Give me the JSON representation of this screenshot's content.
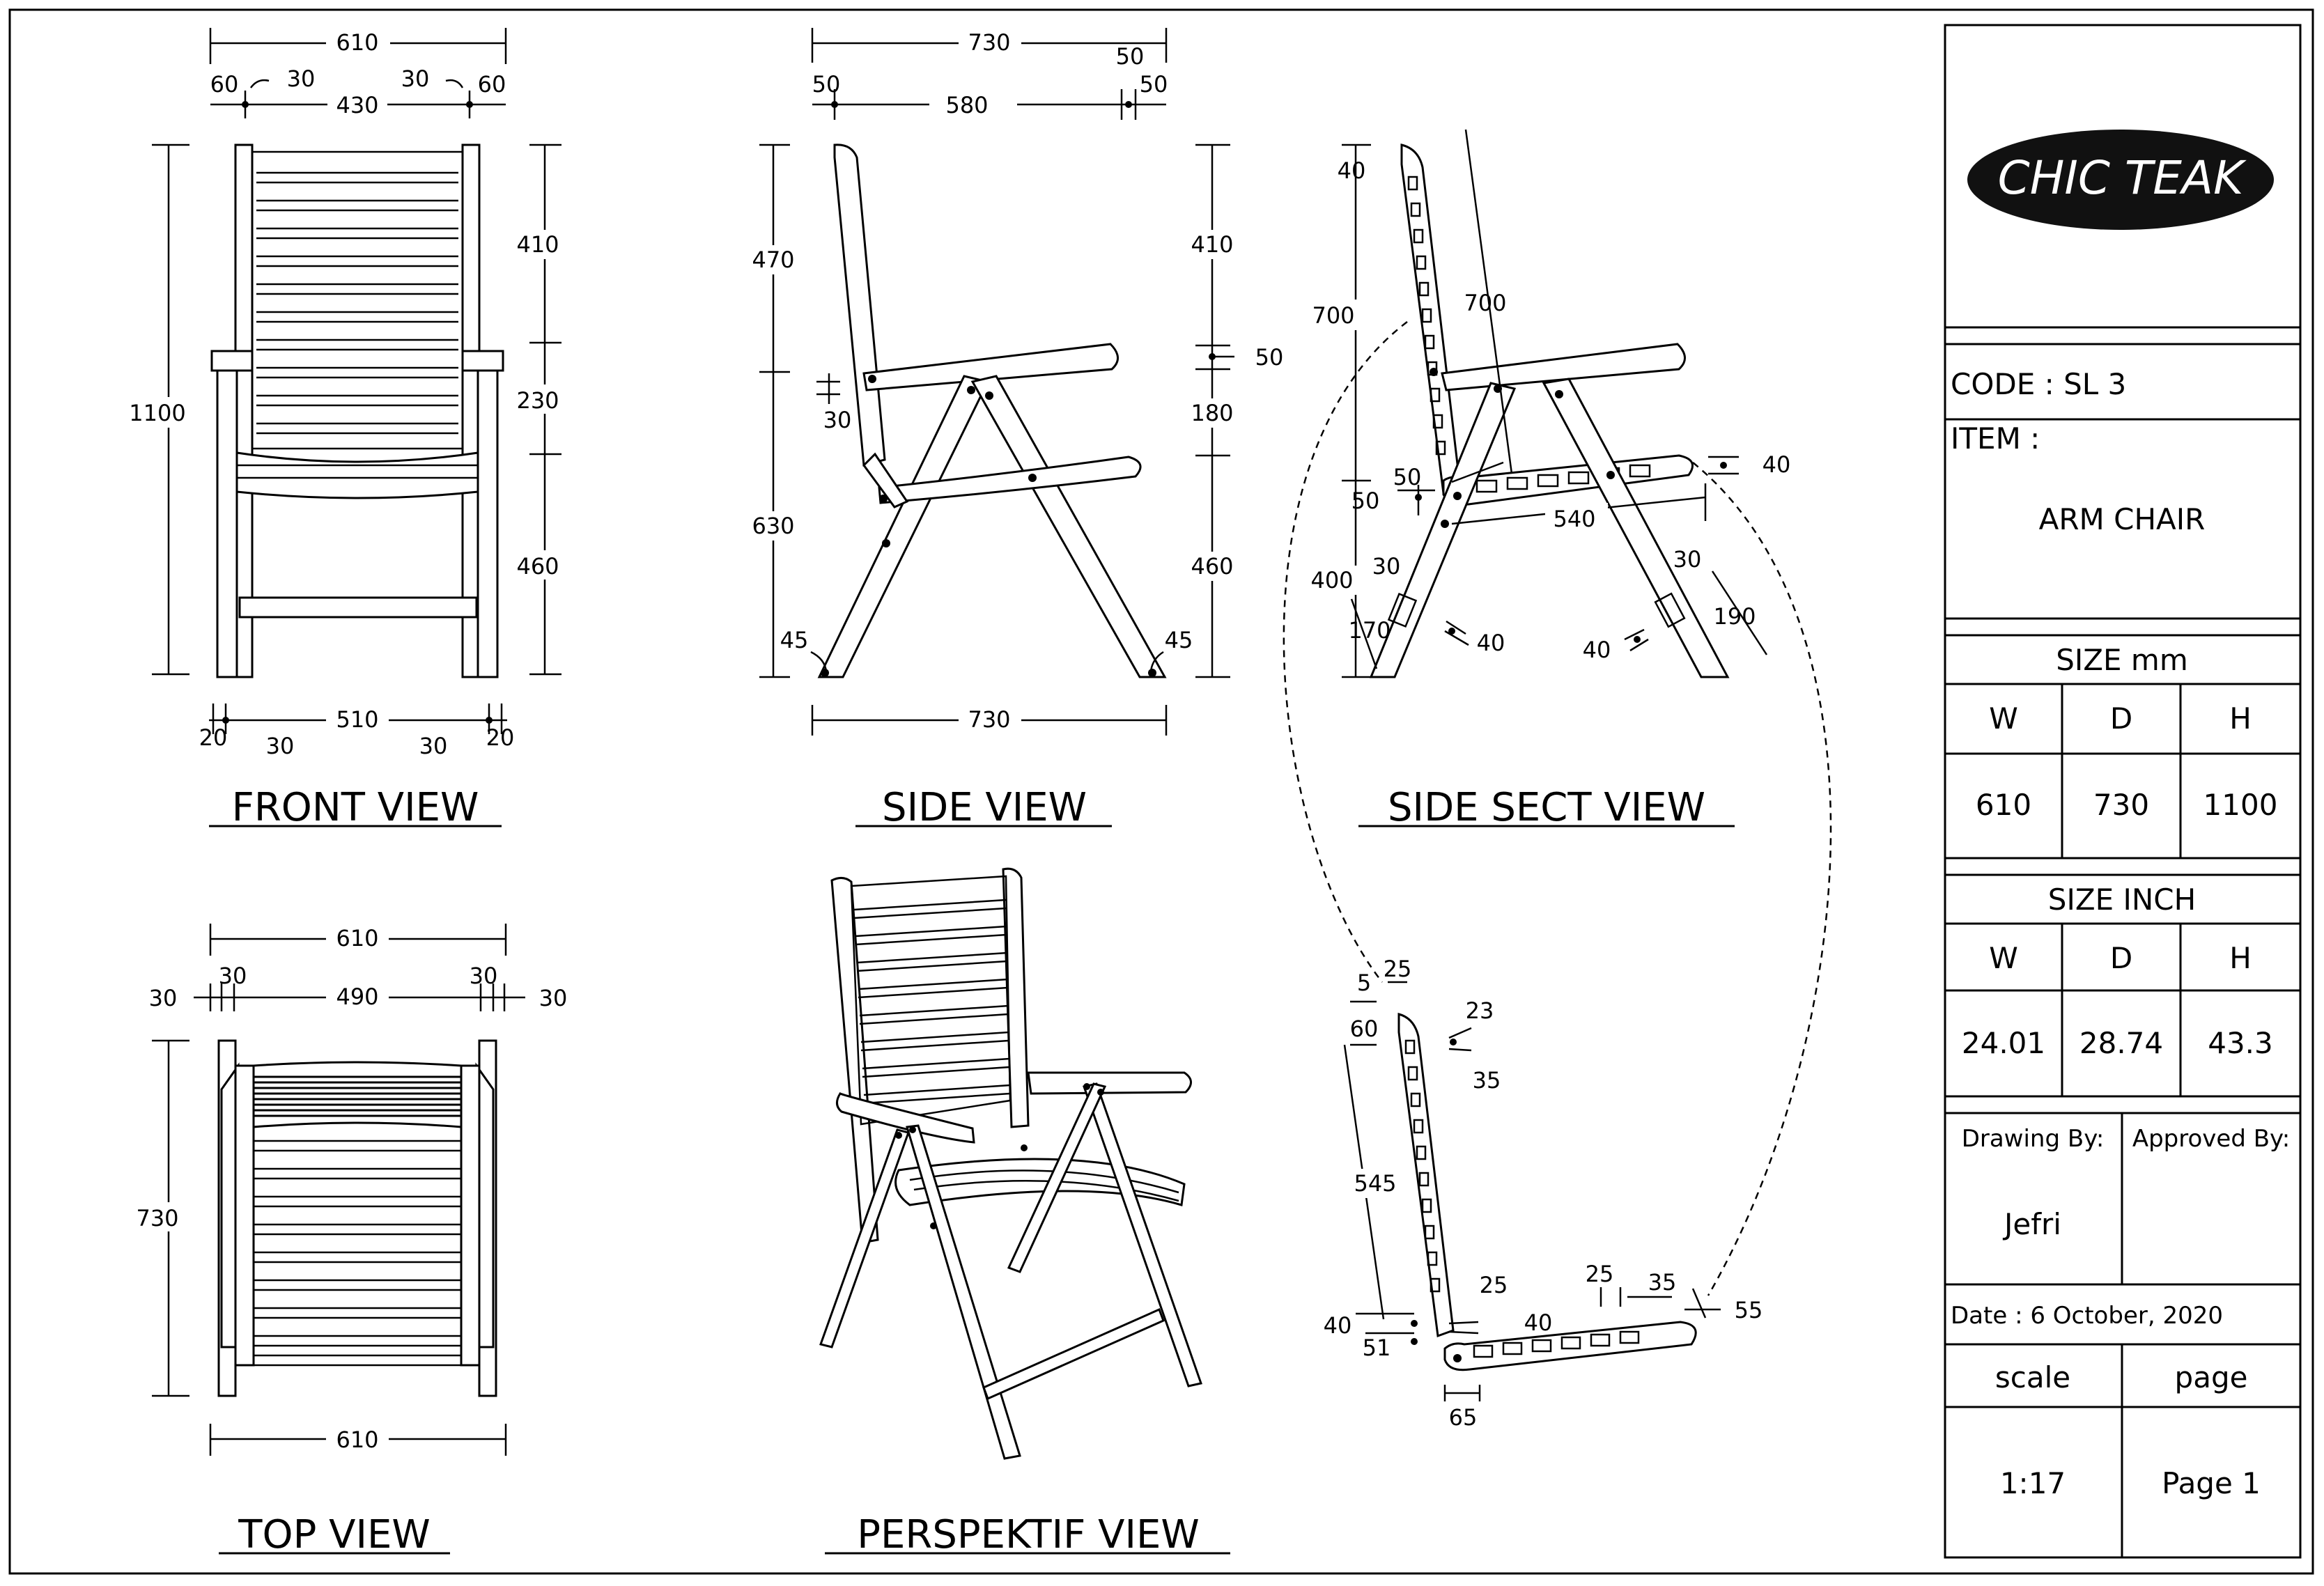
{
  "brand": {
    "logo_text": "CHIC TEAK"
  },
  "title_block": {
    "code": "CODE : SL 3",
    "item_label": "ITEM :",
    "item_name": "ARM CHAIR",
    "size_mm_label": "SIZE mm",
    "size_inch_label": "SIZE INCH",
    "col_w": "W",
    "col_d": "D",
    "col_h": "H",
    "mm": {
      "w": "610",
      "d": "730",
      "h": "1100"
    },
    "inch": {
      "w": "24.01",
      "d": "28.74",
      "h": "43.3"
    },
    "drawing_by_label": "Drawing By:",
    "approved_by_label": "Approved By:",
    "drawing_by": "Jefri",
    "date": "Date : 6 October, 2020",
    "scale_label": "scale",
    "page_label": "page",
    "scale": "1:17",
    "page": "Page 1"
  },
  "views": {
    "front": "FRONT VIEW",
    "side": "SIDE VIEW",
    "side_sect": "SIDE SECT VIEW",
    "top": "TOP VIEW",
    "perspektif": "PERSPEKTIF VIEW"
  },
  "dims": {
    "front": {
      "overall_w": "610",
      "l60": "60",
      "l30": "30",
      "r30": "30",
      "r60": "60",
      "inner": "430",
      "height": "1100",
      "r410": "410",
      "r230": "230",
      "r460": "460",
      "bottom": "510",
      "b20l": "20",
      "b30l": "30",
      "b30r": "30",
      "b20r": "20"
    },
    "side": {
      "top": "730",
      "t50r": "50",
      "t50l": "50",
      "t580": "580",
      "t50r2": "50",
      "l470": "470",
      "l30": "30",
      "l630": "630",
      "l45": "45",
      "r410": "410",
      "r50": "50",
      "r180": "180",
      "r460": "460",
      "r45": "45",
      "bottom": "730"
    },
    "sect": {
      "t40": "40",
      "l700": "700",
      "d700": "700",
      "l50a": "50",
      "l50b": "50",
      "l400": "400",
      "l30": "30",
      "l170": "170",
      "m40": "40",
      "r540": "540",
      "r40": "40",
      "r30": "30",
      "r190": "190",
      "r40b": "40"
    },
    "detail": {
      "d5": "5",
      "d25": "25",
      "d60": "60",
      "d23": "23",
      "d35": "35",
      "d545": "545",
      "d25b": "25",
      "d40": "40",
      "d51": "51",
      "d40b": "40",
      "d25c": "25",
      "d35b": "35",
      "d55": "55",
      "d65": "65"
    },
    "top": {
      "overall_w": "610",
      "l30a": "30",
      "l30b": "30",
      "inner": "490",
      "r30a": "30",
      "r30b": "30",
      "depth": "730",
      "bottom": "610"
    }
  }
}
